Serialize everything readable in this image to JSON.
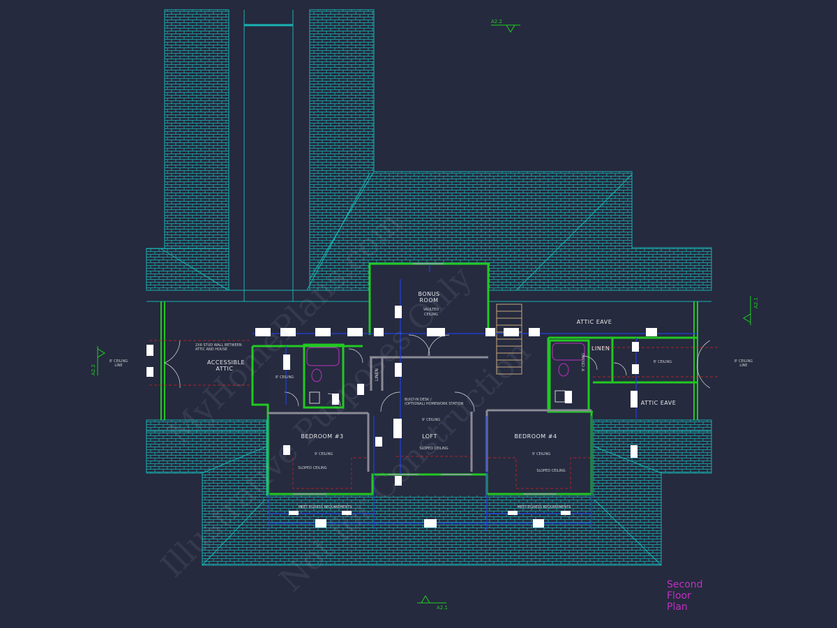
{
  "drawing_title": [
    "Second",
    "Floor",
    "Plan"
  ],
  "section_refs": {
    "top": "A2.2",
    "bottom": "A2.1",
    "left": "A2.2",
    "right": "A2.1"
  },
  "rooms": {
    "bonus": [
      "BONUS",
      "ROOM"
    ],
    "bonus_note": [
      "VAULTED",
      "CEILING"
    ],
    "loft": "LOFT",
    "loft_ceiling": "9' CEILING",
    "loft_desk": [
      "BUILT-IN DESK /",
      "(OPTIONAL) HOMEWORK STATION"
    ],
    "loft_sloped": "SLOPED CEILING",
    "bed3": "BEDROOM #3",
    "bed3_ceiling": "9' CEILING",
    "bed3_sloped": "SLOPED CEILING",
    "bed4": "BEDROOM #4",
    "bed4_ceiling": "9' CEILING",
    "bed4_sloped": "SLOPED CEILING",
    "linen_left": "LINEN",
    "linen_right": "LINEN",
    "attic": [
      "ACCESSIBLE",
      "ATTIC"
    ],
    "attic_eave_top": "ATTIC EAVE",
    "attic_eave_right": "ATTIC EAVE",
    "bath_left_ceiling": "8' CEILING",
    "bath_right_ceiling": "8' CEILING",
    "right_9ft": "9' CEILING"
  },
  "notes": {
    "stud_wall": [
      "2X6 STUD WALL BETWEEN",
      "ATTIC AND HOUSE"
    ],
    "ceiling_line_left": [
      "8' CEILING",
      "LINE"
    ],
    "ceiling_line_right": [
      "8' CEILING",
      "LINE"
    ],
    "egress_left": "MEET EGRESS REQUIREMENTS",
    "egress_right": "MEET EGRESS REQUIREMENTS"
  },
  "watermarks": [
    "MyHomePlans.com",
    "Illustrative Purposes Only",
    "Not for Construction"
  ],
  "colors": {
    "background": "#252a3e",
    "roof": "#19b3b3",
    "wall": "#22c822",
    "dimension": "#2040e0",
    "title": "#c030c0"
  }
}
